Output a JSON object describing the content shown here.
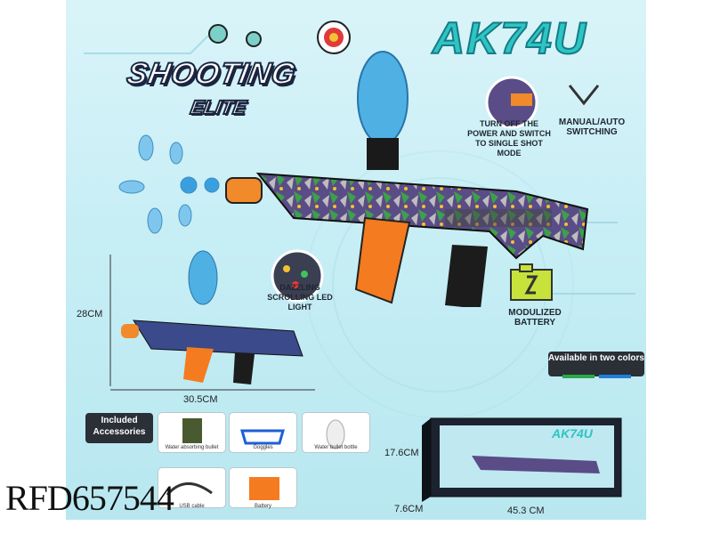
{
  "brand": {
    "title_line1": "SHOOTING",
    "title_line2": "ELITE"
  },
  "model_name": "AK74U",
  "callouts": {
    "power_switch": "TURN OFF THE POWER AND SWITCH TO SINGLE SHOT MODE",
    "mode": "MANUAL/AUTO SWITCHING",
    "battery": "MODULIZED BATTERY",
    "led": "DAZZLING SCROLLING LED LIGHT"
  },
  "colors_note": "Available in two colors",
  "swatches": [
    "#2aa84a",
    "#1f7fd6"
  ],
  "dimensions": {
    "toy_height": "28CM",
    "toy_length": "30.5CM",
    "box_height": "17.6CM",
    "box_depth": "7.6CM",
    "box_length": "45.3 CM"
  },
  "accessories": {
    "heading": "Included Accessories",
    "items": [
      "Water absorbing bullet",
      "Goggles",
      "Water bullet bottle",
      "USB cable",
      "Battery"
    ]
  },
  "watermark": "RFD657544"
}
